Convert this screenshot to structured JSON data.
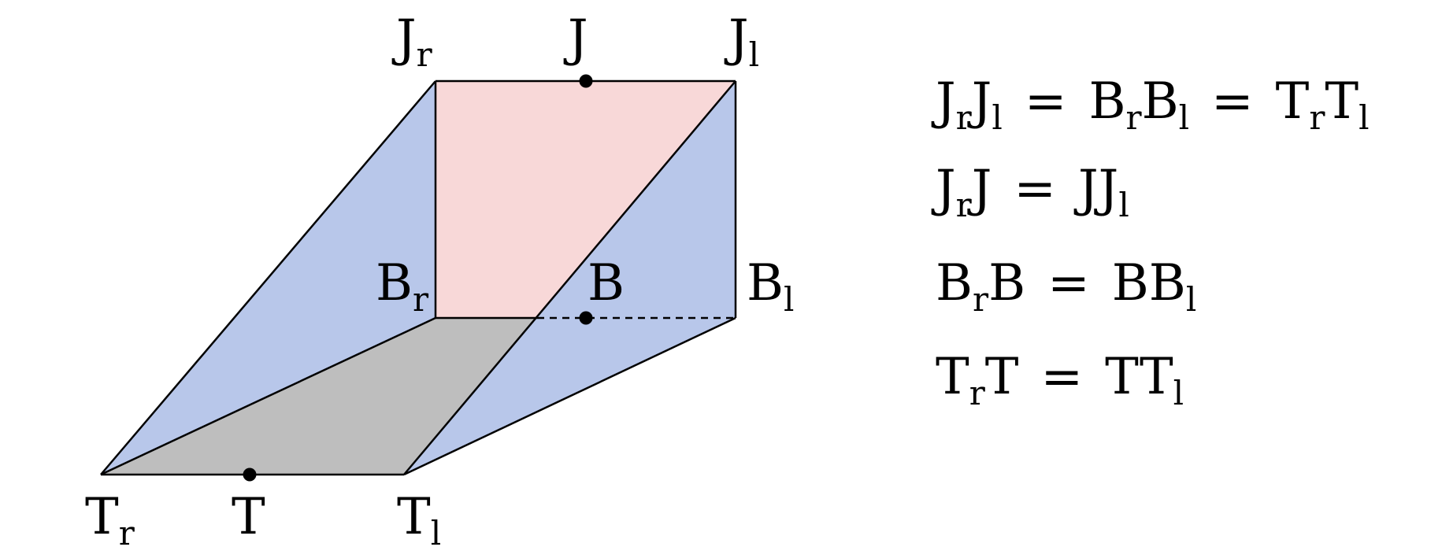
{
  "diagram": {
    "colors": {
      "side_face": "#b8c7ea",
      "top_face": "#f8d8d8",
      "bottom_face": "#bebebe",
      "edge": "#000000",
      "point": "#000000"
    },
    "points": {
      "jr": {
        "base": "J",
        "sub": "r"
      },
      "j": {
        "base": "J",
        "sub": ""
      },
      "jl": {
        "base": "J",
        "sub": "l"
      },
      "br": {
        "base": "B",
        "sub": "r"
      },
      "b": {
        "base": "B",
        "sub": ""
      },
      "bl": {
        "base": "B",
        "sub": "l"
      },
      "tr": {
        "base": "T",
        "sub": "r"
      },
      "t": {
        "base": "T",
        "sub": ""
      },
      "tl": {
        "base": "T",
        "sub": "l"
      }
    }
  },
  "equations": [
    {
      "terms": [
        [
          {
            "base": "J",
            "sub": "r"
          },
          {
            "base": "J",
            "sub": "l"
          }
        ],
        [
          {
            "base": "B",
            "sub": "r"
          },
          {
            "base": "B",
            "sub": "l"
          }
        ],
        [
          {
            "base": "T",
            "sub": "r"
          },
          {
            "base": "T",
            "sub": "l"
          }
        ]
      ]
    },
    {
      "terms": [
        [
          {
            "base": "J",
            "sub": "r"
          },
          {
            "base": "J",
            "sub": ""
          }
        ],
        [
          {
            "base": "J",
            "sub": ""
          },
          {
            "base": "J",
            "sub": "l"
          }
        ]
      ]
    },
    {
      "terms": [
        [
          {
            "base": "B",
            "sub": "r"
          },
          {
            "base": "B",
            "sub": ""
          }
        ],
        [
          {
            "base": "B",
            "sub": ""
          },
          {
            "base": "B",
            "sub": "l"
          }
        ]
      ]
    },
    {
      "terms": [
        [
          {
            "base": "T",
            "sub": "r"
          },
          {
            "base": "T",
            "sub": ""
          }
        ],
        [
          {
            "base": "T",
            "sub": ""
          },
          {
            "base": "T",
            "sub": "l"
          }
        ]
      ]
    }
  ],
  "equals_sign": "="
}
